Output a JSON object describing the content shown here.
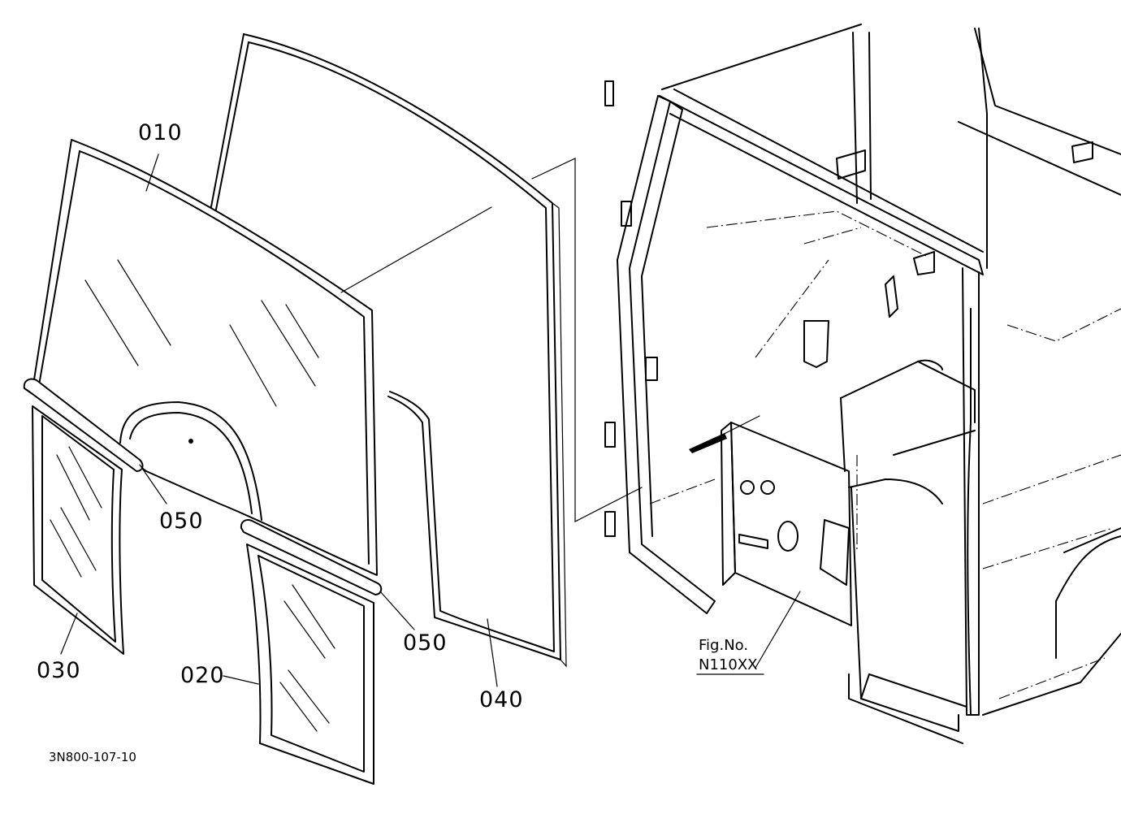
{
  "diagram": {
    "callouts": [
      {
        "id": "010",
        "text": "010"
      },
      {
        "id": "020",
        "text": "020"
      },
      {
        "id": "030",
        "text": "030"
      },
      {
        "id": "040",
        "text": "040"
      },
      {
        "id": "050a",
        "text": "050"
      },
      {
        "id": "050b",
        "text": "050"
      }
    ],
    "fig_ref": {
      "line1": "Fig.No.",
      "line2": "N110XX"
    },
    "drawing_code": "3N800-107-10"
  }
}
